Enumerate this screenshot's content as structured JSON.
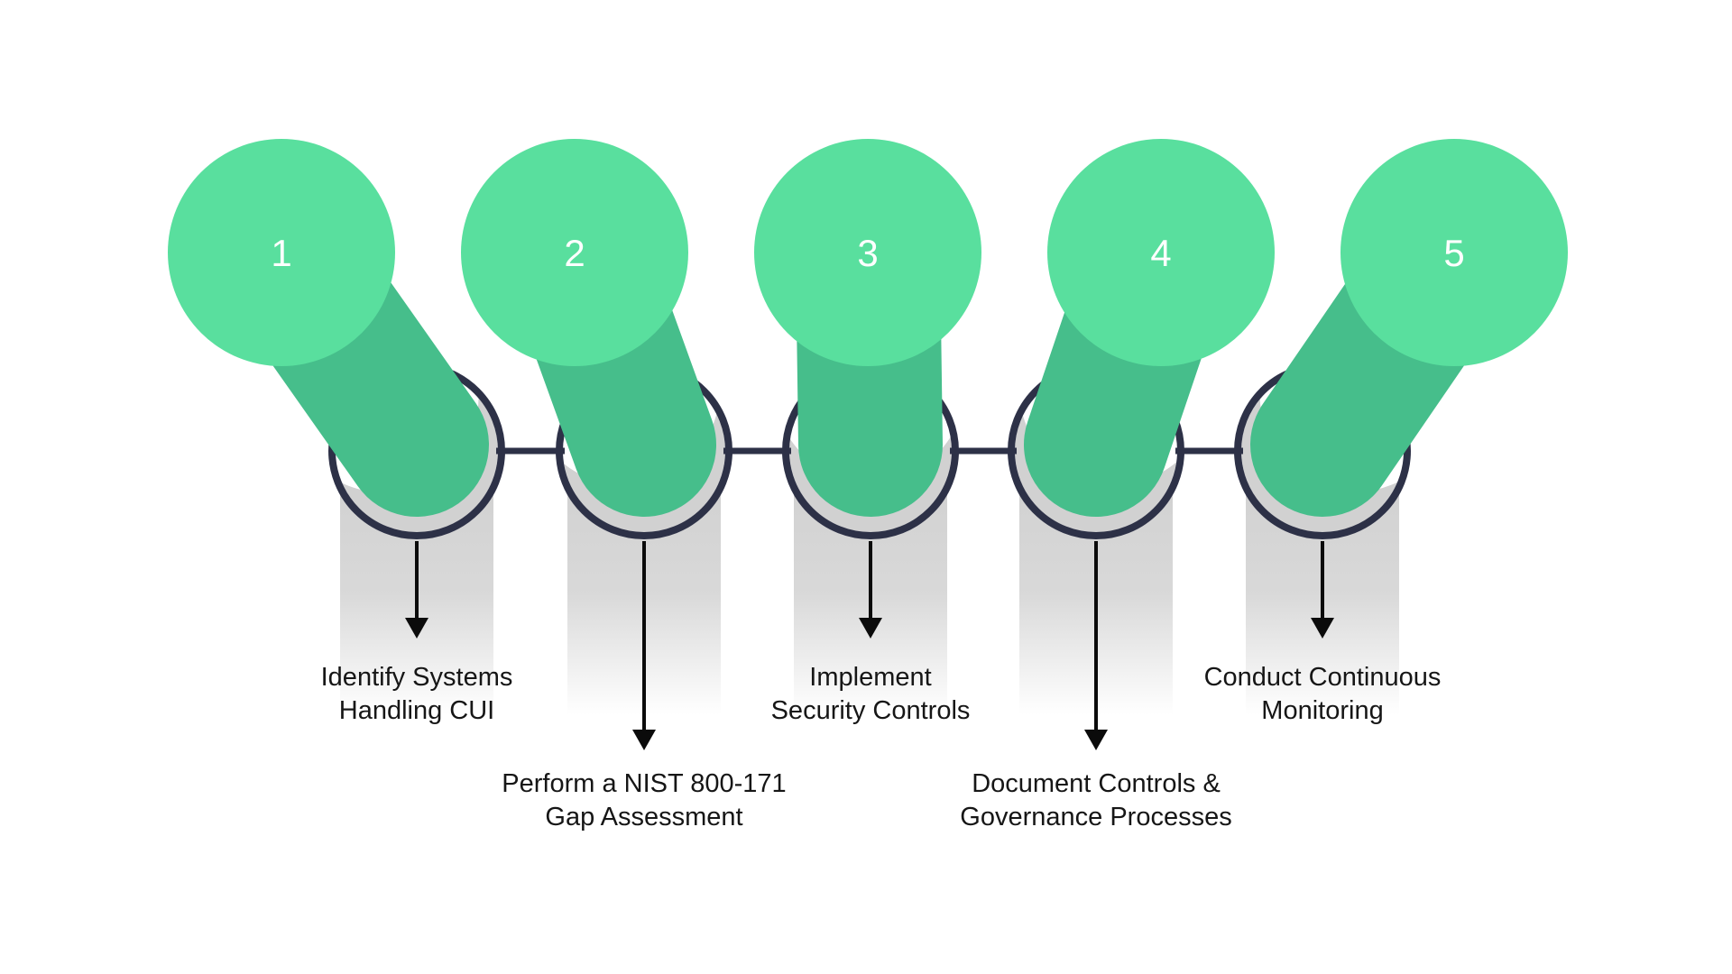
{
  "diagram": {
    "name": "nist-800-171-five-step-process",
    "steps": [
      {
        "number": "1",
        "label_lines": [
          "Identify Systems",
          "Handling CUI"
        ]
      },
      {
        "number": "2",
        "label_lines": [
          "Perform a NIST 800-171",
          "Gap Assessment"
        ]
      },
      {
        "number": "3",
        "label_lines": [
          "Implement",
          "Security Controls"
        ]
      },
      {
        "number": "4",
        "label_lines": [
          "Document Controls &",
          "Governance Processes"
        ]
      },
      {
        "number": "5",
        "label_lines": [
          "Conduct Continuous",
          "Monitoring"
        ]
      }
    ],
    "colors": {
      "background": "#FFFFFF",
      "pin_cap_green": "#59DF9E",
      "pin_body_green": "#46BE8B",
      "timeline_navy": "#2D3147",
      "ring_inner_grey": "#D1D1D1",
      "shadow_band_grey": "#D2D2D2",
      "arrow_black": "#0B0B0B",
      "label_text": "#161616",
      "number_text": "#FFFFFF",
      "pin_outline_white": "#FFFFFF"
    }
  }
}
